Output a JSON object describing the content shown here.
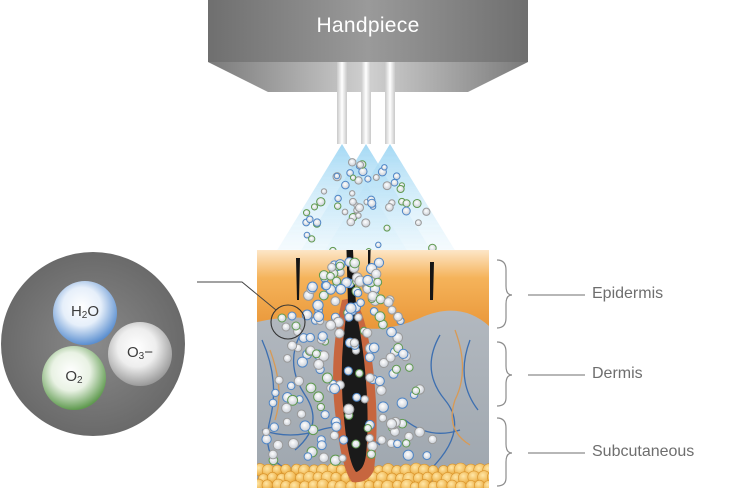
{
  "handpiece": {
    "label": "Handpiece"
  },
  "layers": [
    {
      "label": "Epidermis"
    },
    {
      "label": "Dermis"
    },
    {
      "label": "Subcutaneous"
    }
  ],
  "molecules": {
    "water": {
      "main": "H",
      "sub": "2",
      "tail": "O",
      "color": "#4f86c6"
    },
    "oxygen": {
      "main": "O",
      "sub": "2",
      "color": "#5f9a4f"
    },
    "ozone": {
      "main": "O",
      "sub": "3",
      "tail": "−",
      "color": "#8c8c8c"
    }
  },
  "colors": {
    "handpiece": "#8a8a8a",
    "mist": "#bfe2f7",
    "epidermis": "#f2a43c",
    "dermis": "#a7aeb6",
    "fat": "#f0b64a",
    "bracket": "#8c8c8c"
  }
}
